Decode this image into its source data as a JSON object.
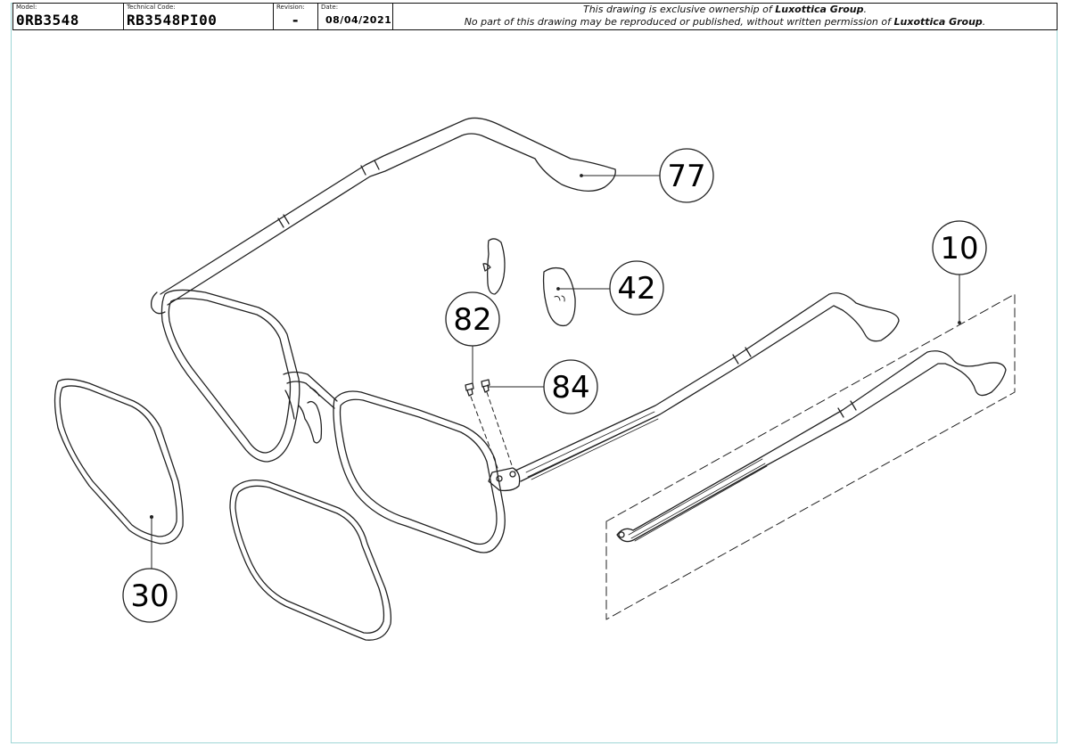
{
  "title_block": {
    "model_label": "Model:",
    "model_value": "0RB3548",
    "code_label": "Technical Code:",
    "code_value": "RB3548PI00",
    "revision_label": "Revision:",
    "revision_value": "-",
    "date_label": "Date:",
    "date_value": "08/04/2021",
    "notice_line1_pre": "This drawing is exclusive ownership of ",
    "notice_line1_owner": "Luxottica Group",
    "notice_line1_post": ".",
    "notice_line2_pre": "No part of this drawing may be reproduced or published, without written permission of ",
    "notice_line2_owner": "Luxottica Group",
    "notice_line2_post": "."
  },
  "callouts": {
    "temple_tip": "77",
    "temple_assembly": "10",
    "nose_pad": "42",
    "screw_a": "82",
    "screw_b": "84",
    "lens": "30"
  }
}
